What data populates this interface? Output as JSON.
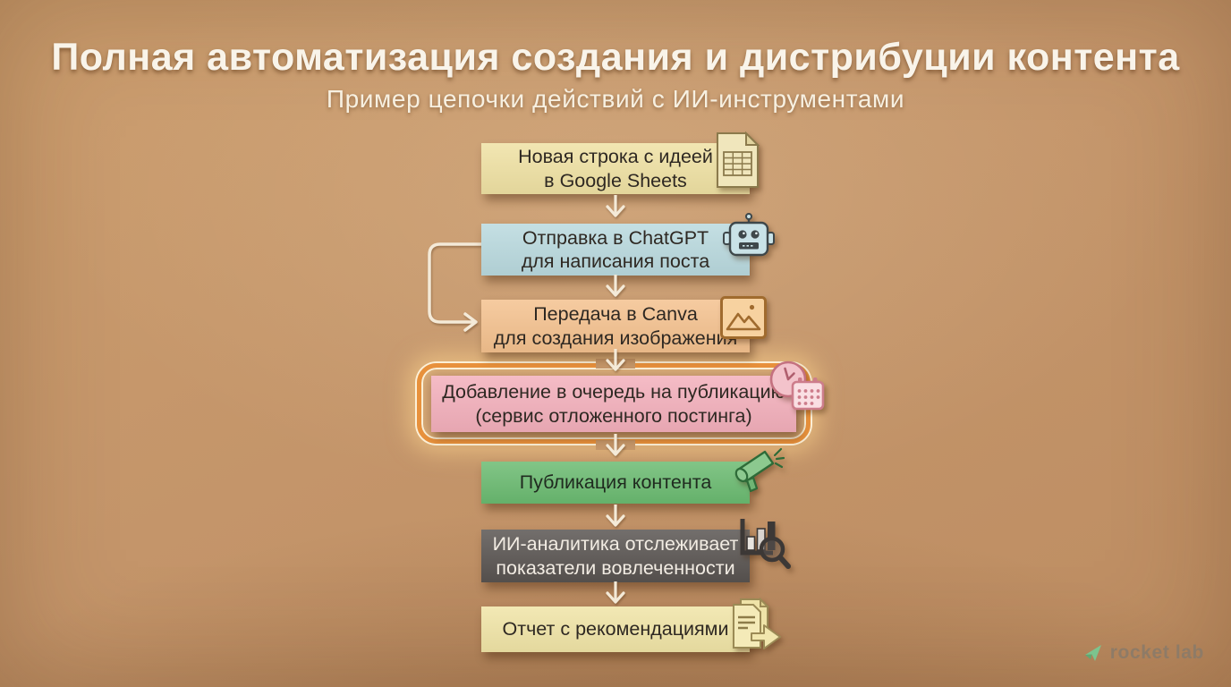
{
  "header": {
    "title": "Полная автоматизация создания и дистрибуции контента",
    "subtitle": "Пример цепочки действий с ИИ-инструментами"
  },
  "steps": [
    {
      "line1": "Новая строка с идеей",
      "line2": "в Google Sheets",
      "bg": "#efe1a3",
      "text": "#2e2822",
      "icon": "spreadsheet-icon"
    },
    {
      "line1": "Отправка в ChatGPT",
      "line2": "для написания поста",
      "bg": "#b9d9de",
      "text": "#2e2822",
      "icon": "robot-icon"
    },
    {
      "line1": "Передача в Canva",
      "line2": "для создания изображения",
      "bg": "#f4c18e",
      "text": "#2e2822",
      "icon": "image-icon"
    },
    {
      "line1": "Добавление в очередь на публикацию",
      "line2": "(сервис отложенного постинга)",
      "bg": "#f3afbb",
      "text": "#2e2822",
      "icon": "schedule-icon",
      "highlighted": true
    },
    {
      "line1": "Публикация контента",
      "line2": "",
      "bg": "#6aba70",
      "text": "#1f2a1f",
      "icon": "megaphone-icon"
    },
    {
      "line1": "ИИ-аналитика отслеживает",
      "line2": "показатели вовлеченности",
      "bg": "#585350",
      "text": "#f2ece3",
      "icon": "analytics-icon"
    },
    {
      "line1": "Отчет с рекомендациями",
      "line2": "",
      "bg": "#f0e4a6",
      "text": "#2e2822",
      "icon": "report-icon"
    }
  ],
  "footer": {
    "logo_text": "rocket lab"
  },
  "colors": {
    "background": "#c4956a",
    "arrow": "#f4ead8",
    "highlight_ring": "#e8913c",
    "highlight_glow": "#ffd68c",
    "logo_text": "#8e7b67",
    "logo_icon": "#7cc48e"
  }
}
